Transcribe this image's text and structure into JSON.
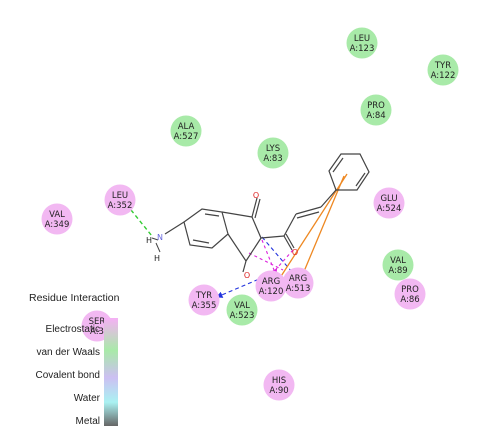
{
  "colors": {
    "electrostatic": "#f2b8f2",
    "van_der_waals": "#a8eaa8",
    "covalent_bond": "#ccbff2",
    "water": "#aaf2f2",
    "metal": "#777777",
    "h_bond_line": "#33cc33",
    "blue_line": "#2233dd",
    "magenta_line": "#dd22dd",
    "orange_line": "#ee8822"
  },
  "residues": [
    {
      "line1": "LEU",
      "line2": "A:123",
      "kind": "van_der_waals"
    },
    {
      "line1": "TYR",
      "line2": "A:122",
      "kind": "van_der_waals"
    },
    {
      "line1": "PRO",
      "line2": "A:84",
      "kind": "van_der_waals"
    },
    {
      "line1": "ALA",
      "line2": "A:527",
      "kind": "van_der_waals"
    },
    {
      "line1": "LYS",
      "line2": "A:83",
      "kind": "van_der_waals"
    },
    {
      "line1": "LEU",
      "line2": "A:352",
      "kind": "electrostatic"
    },
    {
      "line1": "VAL",
      "line2": "A:349",
      "kind": "electrostatic"
    },
    {
      "line1": "GLU",
      "line2": "A:524",
      "kind": "electrostatic"
    },
    {
      "line1": "VAL",
      "line2": "A:89",
      "kind": "van_der_waals"
    },
    {
      "line1": "PRO",
      "line2": "A:86",
      "kind": "electrostatic"
    },
    {
      "line1": "ARG",
      "line2": "A:513",
      "kind": "electrostatic"
    },
    {
      "line1": "ARG",
      "line2": "A:120",
      "kind": "electrostatic"
    },
    {
      "line1": "TYR",
      "line2": "A:355",
      "kind": "electrostatic"
    },
    {
      "line1": "VAL",
      "line2": "A:523",
      "kind": "van_der_waals"
    },
    {
      "line1": "SER",
      "line2": "A:3",
      "kind": "electrostatic"
    },
    {
      "line1": "HIS",
      "line2": "A:90",
      "kind": "electrostatic"
    }
  ],
  "atoms": {
    "oxygen": "O",
    "nitrogen": "N",
    "hydrogen": "H"
  },
  "legend": {
    "title": "Residue Interaction",
    "items": [
      {
        "label": "Electrostatic",
        "key": "electrostatic"
      },
      {
        "label": "van der Waals",
        "key": "van_der_waals"
      },
      {
        "label": "Covalent bond",
        "key": "covalent_bond"
      },
      {
        "label": "Water",
        "key": "water"
      },
      {
        "label": "Metal",
        "key": "metal"
      }
    ]
  }
}
